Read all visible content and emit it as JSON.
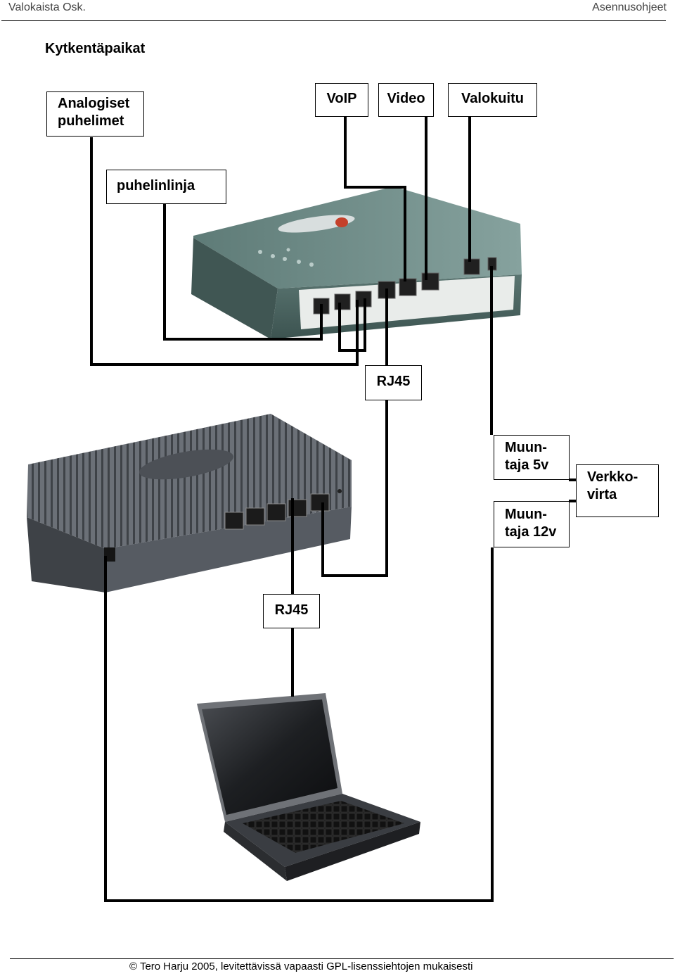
{
  "header": {
    "left": "Valokaista Osk.",
    "right": "Asennusohjeet"
  },
  "title": "Kytkentäpaikat",
  "labels": {
    "analog_1": "Analogiset",
    "analog_2": "puhelimet",
    "voip": "VoIP",
    "video": "Video",
    "fiber": "Valokuitu",
    "phone_line": "puhelinlinja",
    "rj45_top": "RJ45",
    "adapter5_1": "Muun-",
    "adapter5_2": "taja 5v",
    "adapter12_1": "Muun-",
    "adapter12_2": "taja 12v",
    "mains_1": "Verkko-",
    "mains_2": "virta",
    "rj45_bottom": "RJ45"
  },
  "footer": "© Tero Harju 2005, levitettävissä vapaasti GPL-lisenssiehtojen mukaisesti"
}
